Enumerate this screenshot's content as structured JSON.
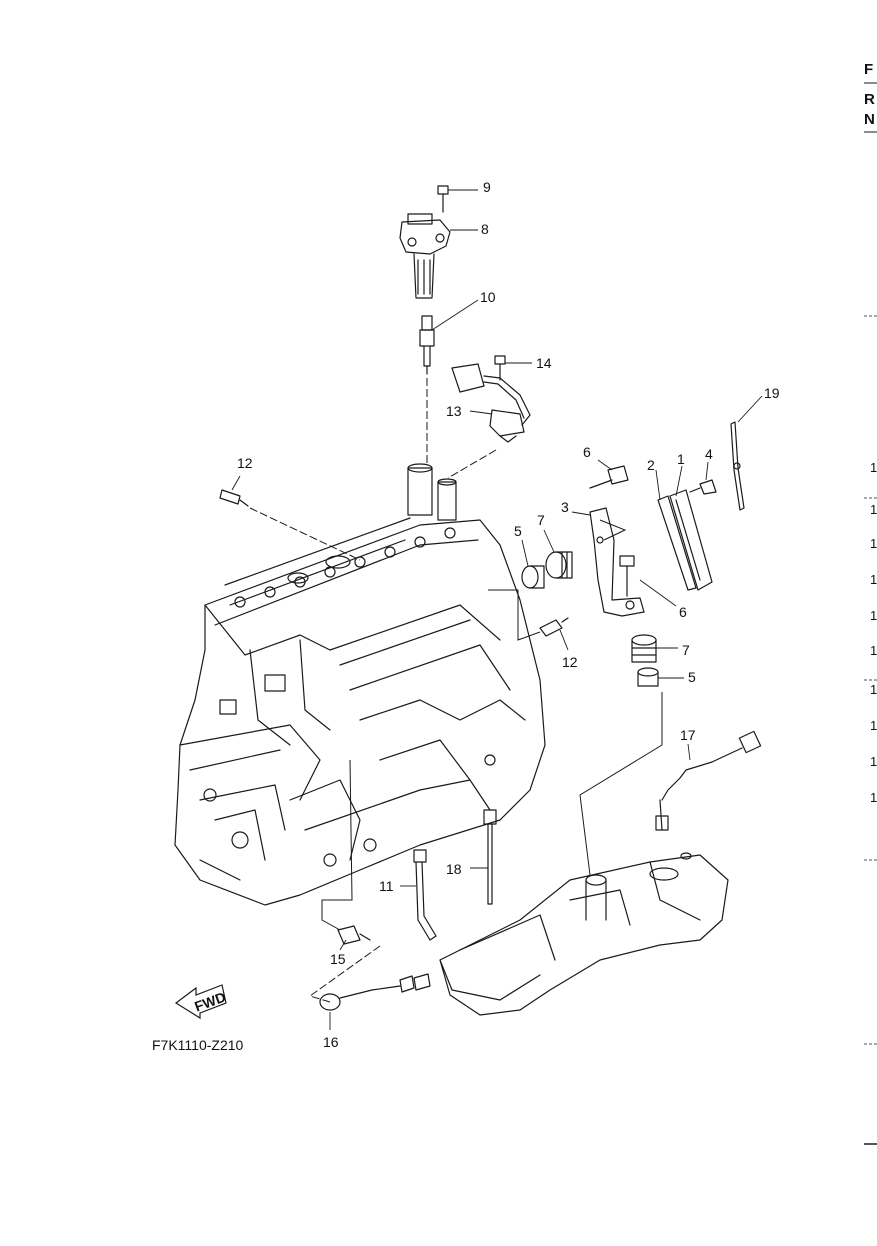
{
  "figure": {
    "code": "F7K1110-Z210",
    "fwd_label": "FWD",
    "callouts": [
      "9",
      "8",
      "10",
      "14",
      "13",
      "19",
      "12",
      "6",
      "2",
      "1",
      "4",
      "3",
      "5",
      "7",
      "6",
      "12",
      "7",
      "5",
      "17",
      "18",
      "11",
      "15",
      "16"
    ]
  },
  "edge": {
    "letters": [
      "F",
      "R",
      "N"
    ],
    "numbers": [
      "1",
      "1",
      "1",
      "1",
      "1",
      "1",
      "1",
      "1",
      "1",
      "1"
    ]
  },
  "colors": {
    "line": "#1a1a1a",
    "background": "#ffffff"
  }
}
